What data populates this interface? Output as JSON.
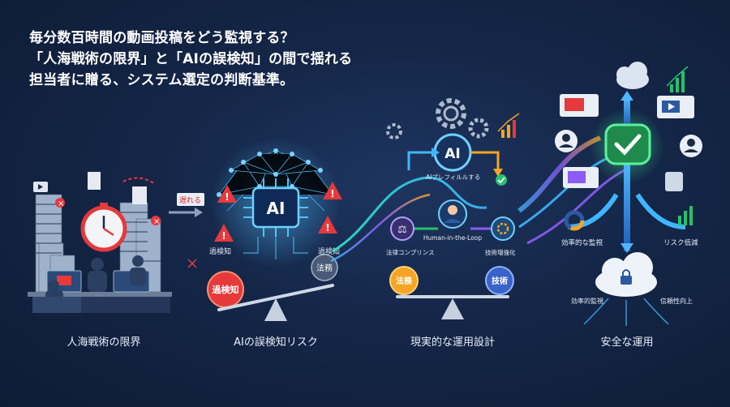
{
  "headline": {
    "line1": "毎分数百時間の動画投稿をどう監視する？",
    "line2": "「人海戦術の限界」と「AIの誤検知」の間で揺れる",
    "line3": "担当者に贈る、システム選定の判断基準。"
  },
  "panels": [
    {
      "title": "人海戦術の限界"
    },
    {
      "title": "AIの誤検知リスク"
    },
    {
      "title": "現実的な運用設計"
    },
    {
      "title": "安全な運用"
    }
  ],
  "panel1": {
    "note": "遅れる"
  },
  "panel2": {
    "chip": "AI",
    "warn_left": "過検知",
    "warn_right": "過検知",
    "bubble_red": "過検知",
    "bubble_law": "法務"
  },
  "panel3": {
    "hub": "AI",
    "prefilter": "AIプレフィルルする",
    "human": "Human-in-the-Loop",
    "legal": "法律コンプリンス",
    "tech": "技術増強化",
    "bubble_law": "法務",
    "bubble_tech": "技術"
  },
  "panel4": {
    "efficient": "効率的な監視",
    "risk": "リスク低減",
    "eff2": "効率的監視",
    "trust": "信頼性向上"
  },
  "colors": {
    "bg": "#142647",
    "neon_blue": "#3fb6ff",
    "danger": "#e5393b",
    "success": "#25c26b",
    "purple": "#8b5cf6",
    "orange": "#f5a524"
  }
}
